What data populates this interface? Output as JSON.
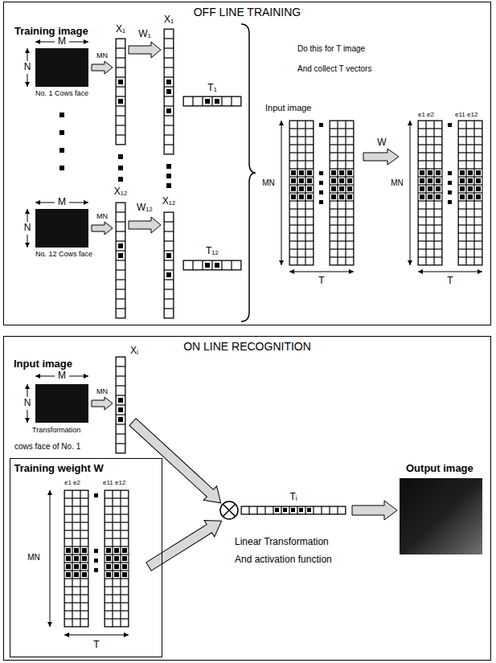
{
  "diagram": {
    "nodes": [
      {
        "text": [
          "OFF LINE TRAINING"
        ]
      },
      {
        "text": [
          "ON LINE RECOGNITION"
        ]
      },
      {
        "text": [
          "Training weight W"
        ],
        "in": 1
      }
    ],
    "labels": [
      "Training image",
      "M",
      "N",
      "MN",
      "X₁",
      "W₁",
      "X₁",
      "T₁",
      "No. 1 Cows face",
      "M",
      "N",
      "MN",
      "X₁₂",
      "W₁₂",
      "X₁₂",
      "T₁₂",
      "No. 12 Cows face",
      "Do this for T image",
      "And collect T vectors",
      "Input image",
      "MN",
      "T",
      "W",
      "e1 e2",
      "e11 e12",
      "MN",
      "T",
      "Input image",
      "M",
      "N",
      "MN",
      "Xᵢ",
      "Transformation",
      "cows face of No. 1",
      "e1 e2",
      "e11 e12",
      "MN",
      "T",
      "Tᵢ",
      "Linear Transformation",
      "And activation function",
      "Output image"
    ]
  }
}
